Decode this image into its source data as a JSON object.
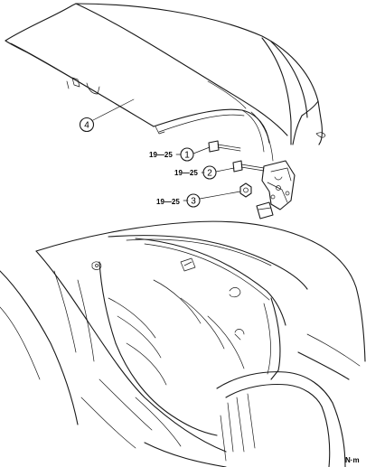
{
  "callouts": [
    {
      "number": "1",
      "torque": "19—25"
    },
    {
      "number": "2",
      "torque": "19—25"
    },
    {
      "number": "3",
      "torque": "19—25"
    },
    {
      "number": "4"
    }
  ],
  "unit_label": "N·m"
}
